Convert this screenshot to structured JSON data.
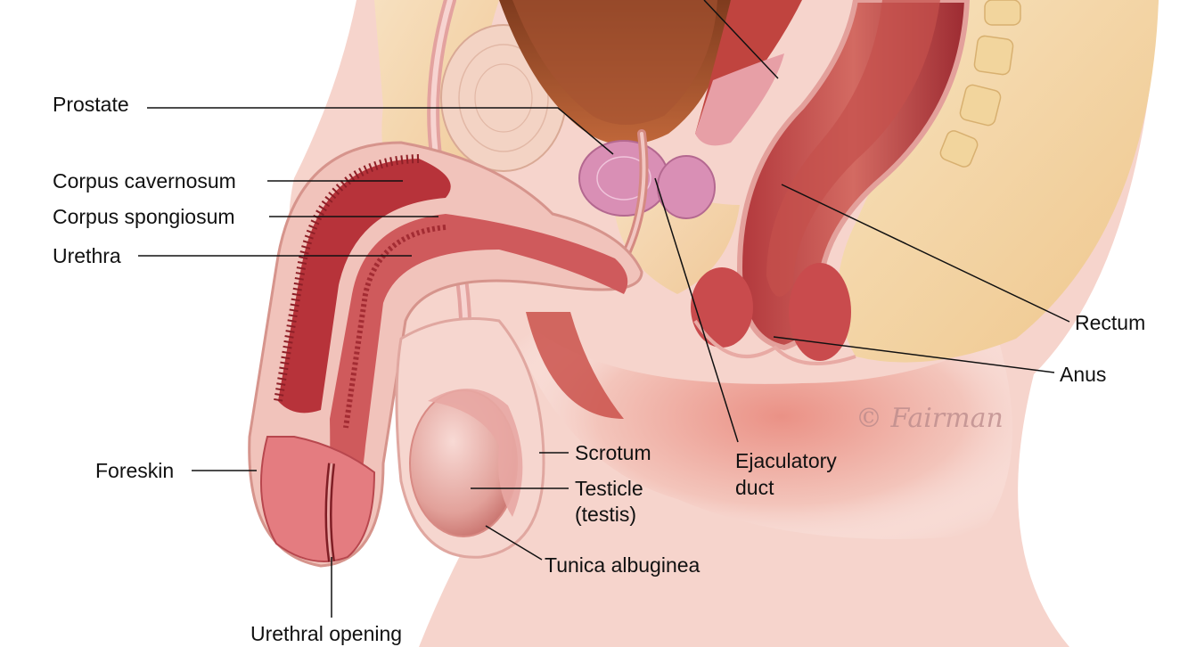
{
  "labels": {
    "prostate": "Prostate",
    "corpus_cavernosum": "Corpus cavernosum",
    "corpus_spongiosum": "Corpus spongiosum",
    "urethra": "Urethra",
    "foreskin": "Foreskin",
    "urethral_opening": "Urethral opening",
    "scrotum": "Scrotum",
    "testicle_line1": "Testicle",
    "testicle_line2": "(testis)",
    "tunica_albuginea": "Tunica albuginea",
    "ejaculatory_duct_line1": "Ejaculatory",
    "ejaculatory_duct_line2": "duct",
    "rectum": "Rectum",
    "anus": "Anus"
  },
  "signature": "© Fairman",
  "colors": {
    "skin": "#f2c9c0",
    "tissue": "#e7a6a0",
    "erectile": "#b8333a",
    "dark": "#8e1f27",
    "fat": "#f5d8a9",
    "bladder": "#a0522d",
    "prostate": "#d88fb0",
    "leader": "#111111"
  }
}
